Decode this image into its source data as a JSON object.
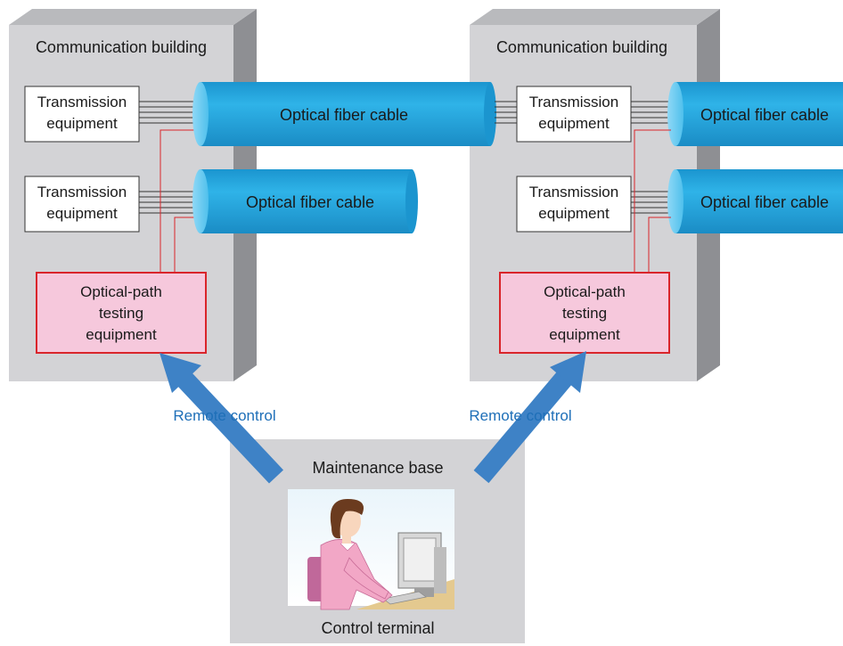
{
  "left_building": {
    "title": "Communication building",
    "transmission_top": [
      "Transmission",
      "equipment"
    ],
    "transmission_bottom": [
      "Transmission",
      "equipment"
    ],
    "cable_top": "Optical fiber cable",
    "cable_bottom": "Optical fiber cable",
    "testing": [
      "Optical-path",
      "testing",
      "equipment"
    ]
  },
  "right_building": {
    "title": "Communication building",
    "transmission_top": [
      "Transmission",
      "equipment"
    ],
    "transmission_bottom": [
      "Transmission",
      "equipment"
    ],
    "cable_top": "Optical fiber cable",
    "cable_bottom": "Optical fiber cable",
    "testing": [
      "Optical-path",
      "testing",
      "equipment"
    ]
  },
  "remote_left": "Remote control",
  "remote_right": "Remote control",
  "maintenance": {
    "title": "Maintenance base",
    "terminal": "Control terminal"
  },
  "colors": {
    "building": "#d3d3d6",
    "cable": "#29a9e1",
    "arrow": "#3e82c6",
    "testing_fill": "#f6c8dc",
    "testing_border": "#d9252b",
    "remote_text": "#1e6fb8"
  }
}
